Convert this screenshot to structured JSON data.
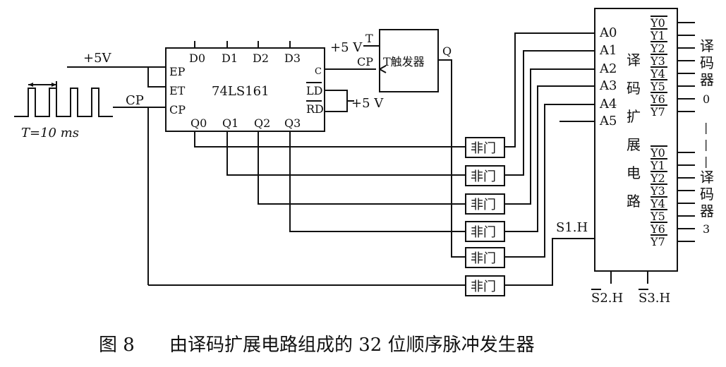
{
  "counter": {
    "name": "74LS161",
    "inputs_top": [
      "D0",
      "D1",
      "D2",
      "D3"
    ],
    "inputs_left": [
      "EP",
      "ET",
      "CP"
    ],
    "outputs_bottom": [
      "Q0",
      "Q1",
      "Q2",
      "Q3"
    ],
    "carry": "C",
    "ld": "LD",
    "rd": "RD"
  },
  "clock": {
    "period_label": "T=10 ms",
    "cp_label": "CP",
    "vcc_label": "+5V"
  },
  "flipflop": {
    "name": "T触发器",
    "t_pin": "T",
    "cp_pin": "CP",
    "q_pin": "Q",
    "vcc_label": "+5 V"
  },
  "ld_vcc_label": "+5 V",
  "not_gate_label": "非门",
  "not_gates": [
    1,
    2,
    3,
    4,
    5,
    6
  ],
  "decoder": {
    "inputs": [
      "A0",
      "A1",
      "A2",
      "A3",
      "A4",
      "A5"
    ],
    "name_chars": [
      "译",
      "码",
      "扩",
      "展",
      "电",
      "路"
    ],
    "outputs_group1": [
      "Y0",
      "Y1",
      "Y2",
      "Y3",
      "Y4",
      "Y5",
      "Y6",
      "Y7"
    ],
    "outputs_group2": [
      "Y0",
      "Y1",
      "Y2",
      "Y3",
      "Y4",
      "Y5",
      "Y6",
      "Y7"
    ],
    "group1_label_chars": [
      "译",
      "码",
      "器",
      "0"
    ],
    "group2_label_chars": [
      "译",
      "码",
      "器",
      "3"
    ],
    "dash": "|"
  },
  "s1_label": "S1.H",
  "s2_label": "S2.H",
  "s3_label": "S3.H",
  "caption": {
    "number": "图 8",
    "text": "由译码扩展电路组成的 32 位顺序脉冲发生器"
  }
}
